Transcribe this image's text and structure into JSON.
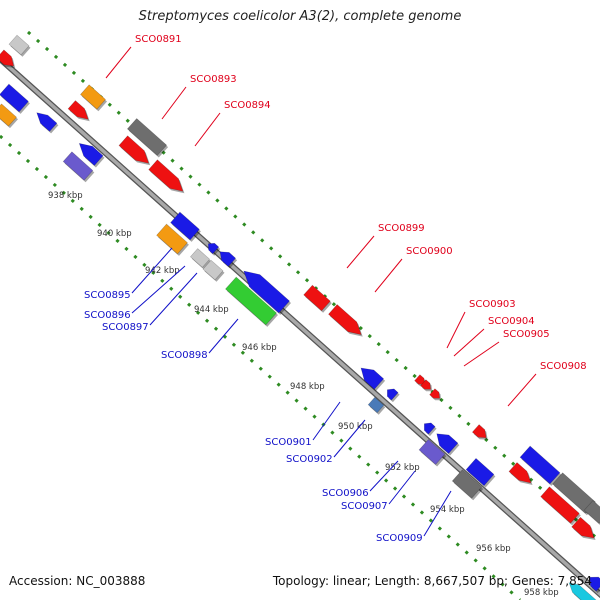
{
  "title": "Streptomyces coelicolor A3(2), complete genome",
  "footer": {
    "accession": "Accession: NC_003888",
    "summary": "Topology: linear; Length: 8,667,507 bp; Genes: 7,854"
  },
  "colors": {
    "forward_label": "#e0001b",
    "reverse_label": "#1010c8",
    "backbone": "#999999",
    "tick_track": "#2e8b22",
    "kbp_text": "#333333"
  },
  "kbp_ticks": [
    "938 kbp",
    "940 kbp",
    "942 kbp",
    "944 kbp",
    "946 kbp",
    "948 kbp",
    "950 kbp",
    "952 kbp",
    "954 kbp",
    "956 kbp",
    "958 kbp"
  ],
  "gene_labels_forward": [
    "SCO0891",
    "SCO0893",
    "SCO0894",
    "SCO0899",
    "SCO0900",
    "SCO0903",
    "SCO0904",
    "SCO0905",
    "SCO0908"
  ],
  "gene_labels_reverse": [
    "SCO0895",
    "SCO0896",
    "SCO0897",
    "SCO0898",
    "SCO0901",
    "SCO0902",
    "SCO0906",
    "SCO0907",
    "SCO0909"
  ],
  "gene_color_names": {
    "red": "#ee1111",
    "blue": "#1a1ae6",
    "orange": "#f39a12",
    "gray": "#6e6e6e",
    "lightgray": "#c8c8c8",
    "green": "#33cc33",
    "purple": "#6a5acd",
    "steel": "#4a7ab8",
    "cyan": "#19c8e0"
  }
}
